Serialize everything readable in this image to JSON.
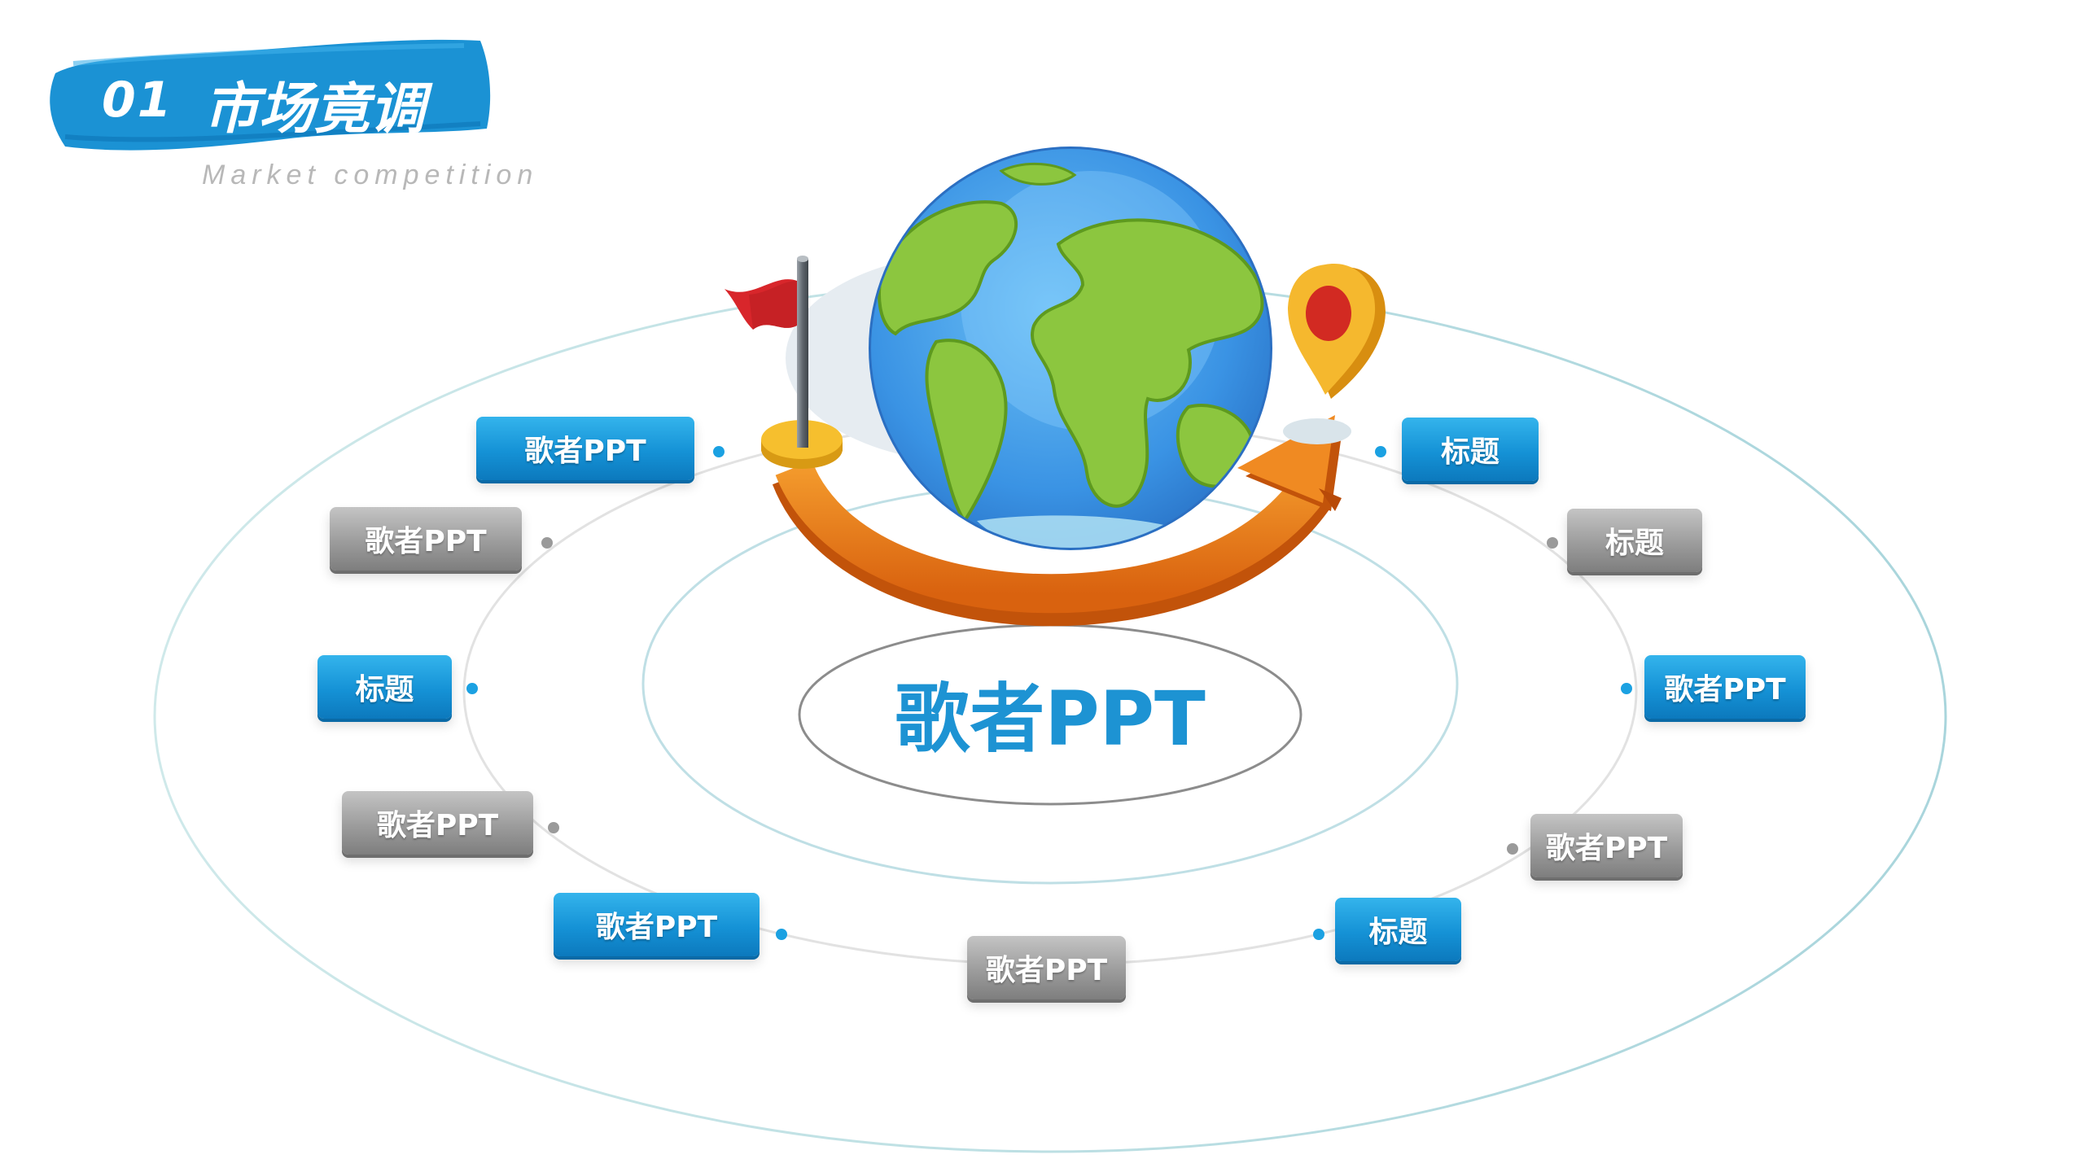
{
  "header": {
    "number": "01",
    "title": "市场竟调",
    "subtitle": "Market competition"
  },
  "center": {
    "label": "歌者PPT"
  },
  "nodes": [
    {
      "text": "歌者PPT",
      "style": "blue"
    },
    {
      "text": "歌者PPT",
      "style": "gray"
    },
    {
      "text": "标题",
      "style": "blue"
    },
    {
      "text": "歌者PPT",
      "style": "gray"
    },
    {
      "text": "歌者PPT",
      "style": "blue"
    },
    {
      "text": "歌者PPT",
      "style": "gray"
    },
    {
      "text": "标题",
      "style": "blue"
    },
    {
      "text": "歌者PPT",
      "style": "gray"
    },
    {
      "text": "歌者PPT",
      "style": "blue"
    },
    {
      "text": "标题",
      "style": "gray"
    },
    {
      "text": "标题",
      "style": "blue"
    }
  ],
  "colors": {
    "accent_blue": "#1592d6",
    "node_gray": "#9c9c9c",
    "arrow_orange": "#e8731a",
    "globe_ocean": "#3d9be8",
    "globe_land": "#8cc63f",
    "flag_red": "#d8262b",
    "pin_yellow": "#f5b82e"
  },
  "icons": [
    "globe-icon",
    "flag-icon",
    "location-pin-icon",
    "curved-arrow-icon"
  ]
}
